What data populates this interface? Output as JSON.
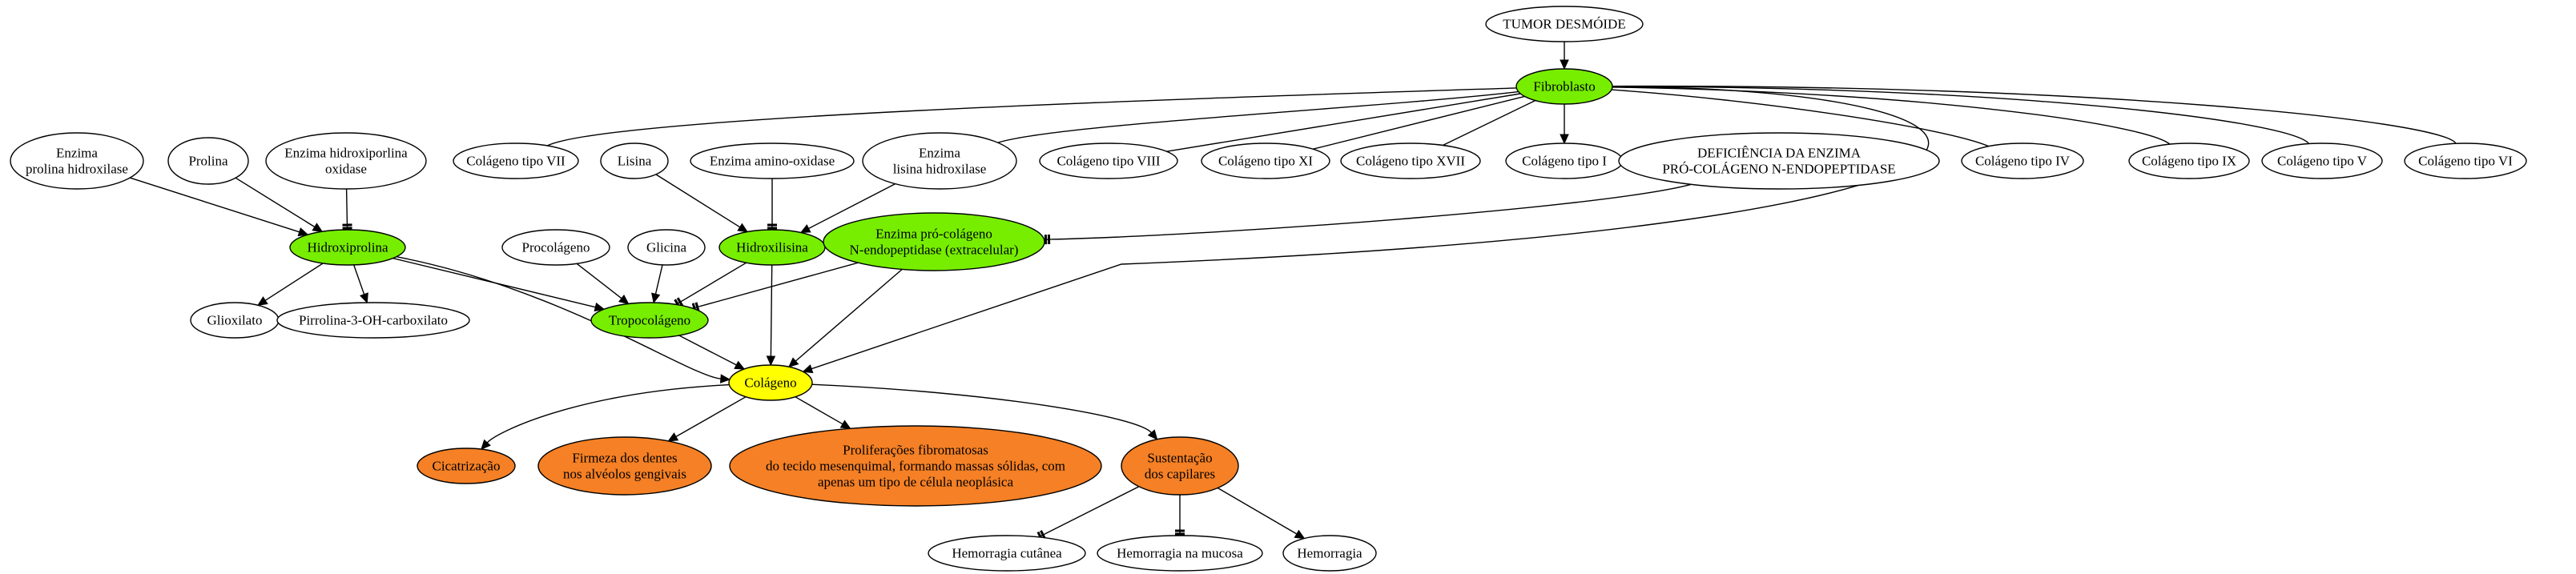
{
  "colors": {
    "green": "#77ee00",
    "yellow": "#ffff00",
    "orange": "#f58025",
    "white": "#ffffff",
    "stroke": "#000000"
  },
  "nodes": {
    "tumor": {
      "lines": [
        "TUMOR DESMÓIDE"
      ],
      "fill": "white"
    },
    "fibroblasto": {
      "lines": [
        "Fibroblasto"
      ],
      "fill": "green"
    },
    "enzProlina": {
      "lines": [
        "Enzima",
        "prolina hidroxilase"
      ],
      "fill": "white"
    },
    "prolina": {
      "lines": [
        "Prolina"
      ],
      "fill": "white"
    },
    "enzHidroxi": {
      "lines": [
        "Enzima hidroxiporlina",
        "oxidase"
      ],
      "fill": "white"
    },
    "col7": {
      "lines": [
        "Colágeno tipo VII"
      ],
      "fill": "white"
    },
    "lisina": {
      "lines": [
        "Lisina"
      ],
      "fill": "white"
    },
    "enzAmino": {
      "lines": [
        "Enzima amino-oxidase"
      ],
      "fill": "white"
    },
    "enzLisina": {
      "lines": [
        "Enzima",
        "lisina hidroxilase"
      ],
      "fill": "white"
    },
    "col8": {
      "lines": [
        "Colágeno tipo VIII"
      ],
      "fill": "white"
    },
    "col11": {
      "lines": [
        "Colágeno tipo XI"
      ],
      "fill": "white"
    },
    "col17": {
      "lines": [
        "Colágeno tipo XVII"
      ],
      "fill": "white"
    },
    "col1": {
      "lines": [
        "Colágeno tipo I"
      ],
      "fill": "white"
    },
    "deficiencia": {
      "lines": [
        "DEFICIÊNCIA DA ENZIMA",
        "PRÓ-COLÁGENO N-ENDOPEPTIDASE"
      ],
      "fill": "white"
    },
    "col4": {
      "lines": [
        "Colágeno tipo IV"
      ],
      "fill": "white"
    },
    "col9": {
      "lines": [
        "Colágeno tipo IX"
      ],
      "fill": "white"
    },
    "col5": {
      "lines": [
        "Colágeno tipo V"
      ],
      "fill": "white"
    },
    "col6": {
      "lines": [
        "Colágeno tipo VI"
      ],
      "fill": "white"
    },
    "hidroxiprolina": {
      "lines": [
        "Hidroxiprolina"
      ],
      "fill": "green"
    },
    "procolageno": {
      "lines": [
        "Procolágeno"
      ],
      "fill": "white"
    },
    "glicina": {
      "lines": [
        "Glicina"
      ],
      "fill": "white"
    },
    "hidroxilisina": {
      "lines": [
        "Hidroxilisina"
      ],
      "fill": "green"
    },
    "enzPro": {
      "lines": [
        "Enzima pró-colágeno",
        "N-endopeptidase (extracelular)"
      ],
      "fill": "green"
    },
    "glioxilato": {
      "lines": [
        "Glioxilato"
      ],
      "fill": "white"
    },
    "pirrolina": {
      "lines": [
        "Pirrolina-3-OH-carboxilato"
      ],
      "fill": "white"
    },
    "tropocolageno": {
      "lines": [
        "Tropocolágeno"
      ],
      "fill": "green"
    },
    "colageno": {
      "lines": [
        "Colágeno"
      ],
      "fill": "yellow"
    },
    "cicatrizacao": {
      "lines": [
        "Cicatrização"
      ],
      "fill": "orange"
    },
    "firmeza": {
      "lines": [
        "Firmeza dos dentes",
        "nos alvéolos gengivais"
      ],
      "fill": "orange"
    },
    "proliferacoes": {
      "lines": [
        "Proliferações fibromatosas",
        "do tecido mesenquimal, formando massas sólidas, com",
        "apenas um tipo de célula neoplásica"
      ],
      "fill": "orange"
    },
    "sustentacao": {
      "lines": [
        "Sustentação",
        "dos capilares"
      ],
      "fill": "orange"
    },
    "hemCutanea": {
      "lines": [
        "Hemorragia cutânea"
      ],
      "fill": "white"
    },
    "hemMucosa": {
      "lines": [
        "Hemorragia na mucosa"
      ],
      "fill": "white"
    },
    "hemorragia": {
      "lines": [
        "Hemorragia"
      ],
      "fill": "white"
    }
  },
  "edges": [
    {
      "from": "tumor",
      "to": "fibroblasto",
      "head": "arrow"
    },
    {
      "from": "fibroblasto",
      "to": "col7",
      "head": "none"
    },
    {
      "from": "fibroblasto",
      "to": "enzLisina",
      "head": "none"
    },
    {
      "from": "fibroblasto",
      "to": "col8",
      "head": "none"
    },
    {
      "from": "fibroblasto",
      "to": "col11",
      "head": "none"
    },
    {
      "from": "fibroblasto",
      "to": "col17",
      "head": "none"
    },
    {
      "from": "fibroblasto",
      "to": "col1",
      "head": "arrow"
    },
    {
      "from": "fibroblasto",
      "to": "col4",
      "head": "none"
    },
    {
      "from": "fibroblasto",
      "to": "col9",
      "head": "none"
    },
    {
      "from": "fibroblasto",
      "to": "col5",
      "head": "none"
    },
    {
      "from": "fibroblasto",
      "to": "col6",
      "head": "none"
    },
    {
      "from": "fibroblasto",
      "to": "colageno",
      "head": "arrow"
    },
    {
      "from": "enzProlina",
      "to": "hidroxiprolina",
      "head": "arrow"
    },
    {
      "from": "prolina",
      "to": "hidroxiprolina",
      "head": "arrow"
    },
    {
      "from": "enzHidroxi",
      "to": "hidroxiprolina",
      "head": "tee"
    },
    {
      "from": "lisina",
      "to": "hidroxilisina",
      "head": "arrow"
    },
    {
      "from": "enzAmino",
      "to": "hidroxilisina",
      "head": "tee"
    },
    {
      "from": "enzLisina",
      "to": "hidroxilisina",
      "head": "arrow"
    },
    {
      "from": "deficiencia",
      "to": "enzPro",
      "head": "tee"
    },
    {
      "from": "hidroxiprolina",
      "to": "glioxilato",
      "head": "arrow"
    },
    {
      "from": "hidroxiprolina",
      "to": "pirrolina",
      "head": "arrow"
    },
    {
      "from": "hidroxiprolina",
      "to": "tropocolageno",
      "head": "arrow"
    },
    {
      "from": "hidroxiprolina",
      "to": "colageno",
      "head": "arrow"
    },
    {
      "from": "procolageno",
      "to": "tropocolageno",
      "head": "arrow"
    },
    {
      "from": "glicina",
      "to": "tropocolageno",
      "head": "arrow"
    },
    {
      "from": "hidroxilisina",
      "to": "tropocolageno",
      "head": "tee"
    },
    {
      "from": "hidroxilisina",
      "to": "colageno",
      "head": "arrow"
    },
    {
      "from": "enzPro",
      "to": "tropocolageno",
      "head": "tee"
    },
    {
      "from": "enzPro",
      "to": "colageno",
      "head": "arrow"
    },
    {
      "from": "tropocolageno",
      "to": "colageno",
      "head": "arrow"
    },
    {
      "from": "colageno",
      "to": "cicatrizacao",
      "head": "arrow"
    },
    {
      "from": "colageno",
      "to": "firmeza",
      "head": "arrow"
    },
    {
      "from": "colageno",
      "to": "proliferacoes",
      "head": "arrow"
    },
    {
      "from": "colageno",
      "to": "sustentacao",
      "head": "arrow"
    },
    {
      "from": "sustentacao",
      "to": "hemCutanea",
      "head": "tee"
    },
    {
      "from": "sustentacao",
      "to": "hemMucosa",
      "head": "tee"
    },
    {
      "from": "sustentacao",
      "to": "hemorragia",
      "head": "arrow"
    }
  ]
}
